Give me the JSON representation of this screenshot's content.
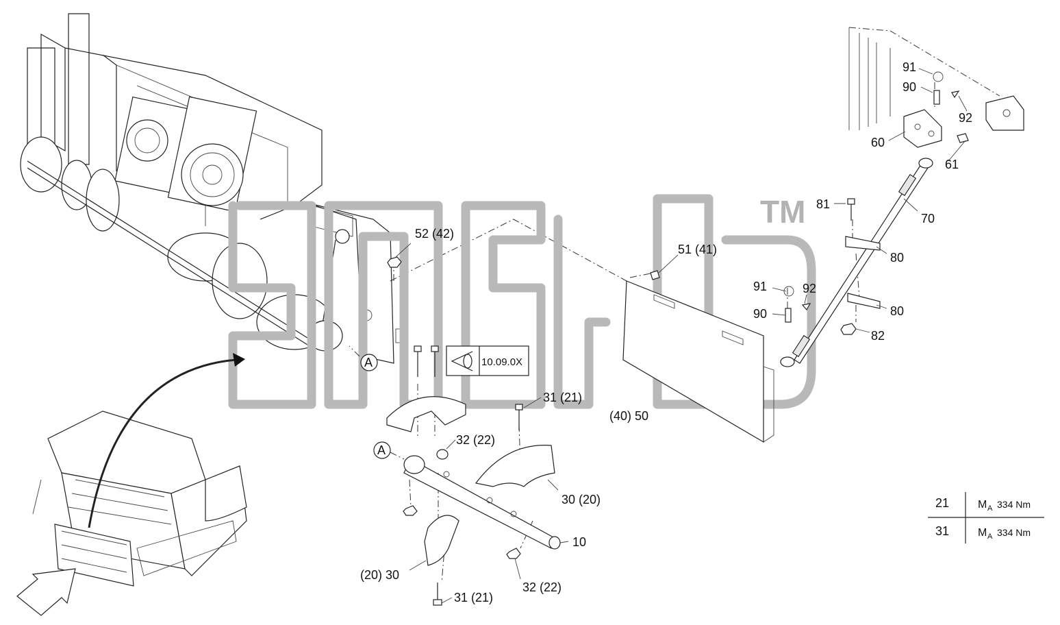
{
  "reference": {
    "view_ref": "10.09.0X",
    "detail_marker": "A"
  },
  "watermark": {
    "tm": "TM"
  },
  "part_labels": [
    {
      "id": "p91a",
      "text": "91"
    },
    {
      "id": "p90a",
      "text": "90"
    },
    {
      "id": "p92a",
      "text": "92"
    },
    {
      "id": "p60",
      "text": "60"
    },
    {
      "id": "p61",
      "text": "61"
    },
    {
      "id": "p81",
      "text": "81"
    },
    {
      "id": "p70",
      "text": "70"
    },
    {
      "id": "p80a",
      "text": "80"
    },
    {
      "id": "p52",
      "text": "52 (42)"
    },
    {
      "id": "p51",
      "text": "51 (41)"
    },
    {
      "id": "p91b",
      "text": "91"
    },
    {
      "id": "p92b",
      "text": "92"
    },
    {
      "id": "p90b",
      "text": "90"
    },
    {
      "id": "p80b",
      "text": "80"
    },
    {
      "id": "p82",
      "text": "82"
    },
    {
      "id": "p31a",
      "text": "31 (21)"
    },
    {
      "id": "p32a",
      "text": "32 (22)"
    },
    {
      "id": "p40",
      "text": "(40) 50"
    },
    {
      "id": "p30a",
      "text": "30 (20)"
    },
    {
      "id": "p10",
      "text": "10"
    },
    {
      "id": "p30b",
      "text": "(20) 30"
    },
    {
      "id": "p32b",
      "text": "32 (22)"
    },
    {
      "id": "p31b",
      "text": "31 (21)"
    }
  ],
  "torque_table": {
    "rows": [
      {
        "item": "21",
        "symbol": "M",
        "subscript": "A",
        "value": "334 Nm"
      },
      {
        "item": "31",
        "symbol": "M",
        "subscript": "A",
        "value": "334 Nm"
      }
    ]
  }
}
